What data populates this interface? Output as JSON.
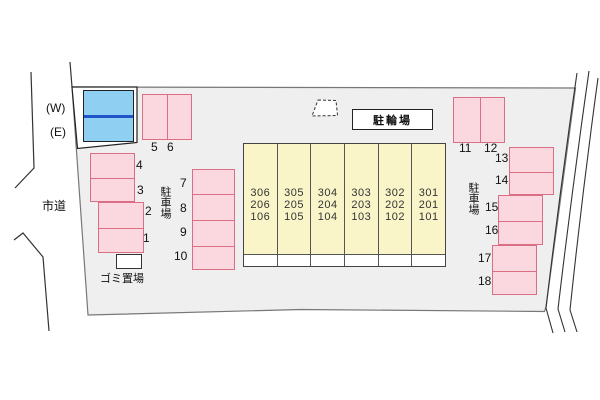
{
  "compass": {
    "west": "(W)",
    "east": "(E)"
  },
  "labels": {
    "city_road": "市道",
    "bicycle_parking": "駐輪場",
    "garbage_area": "ゴミ置場",
    "parking_lot_left": "駐車場",
    "parking_lot_right": "駐車場"
  },
  "building": {
    "units": [
      {
        "lines": [
          "306",
          "206",
          "106"
        ]
      },
      {
        "lines": [
          "305",
          "205",
          "105"
        ]
      },
      {
        "lines": [
          "304",
          "204",
          "104"
        ]
      },
      {
        "lines": [
          "303",
          "203",
          "103"
        ]
      },
      {
        "lines": [
          "302",
          "202",
          "102"
        ]
      },
      {
        "lines": [
          "301",
          "201",
          "101"
        ]
      }
    ]
  },
  "parking": {
    "stall_numbers": [
      "1",
      "2",
      "3",
      "4",
      "5",
      "6",
      "7",
      "8",
      "9",
      "10",
      "11",
      "12",
      "13",
      "14",
      "15",
      "16",
      "17",
      "18"
    ]
  },
  "colors": {
    "lot_fill": "#EFEFEF",
    "building_fill": "#FAF5C9",
    "stall_fill": "#FBD7DF",
    "stall_border": "#D96E84",
    "blue_box_fill": "#8FD0F2",
    "blue_box_divider": "#1F55C8"
  }
}
